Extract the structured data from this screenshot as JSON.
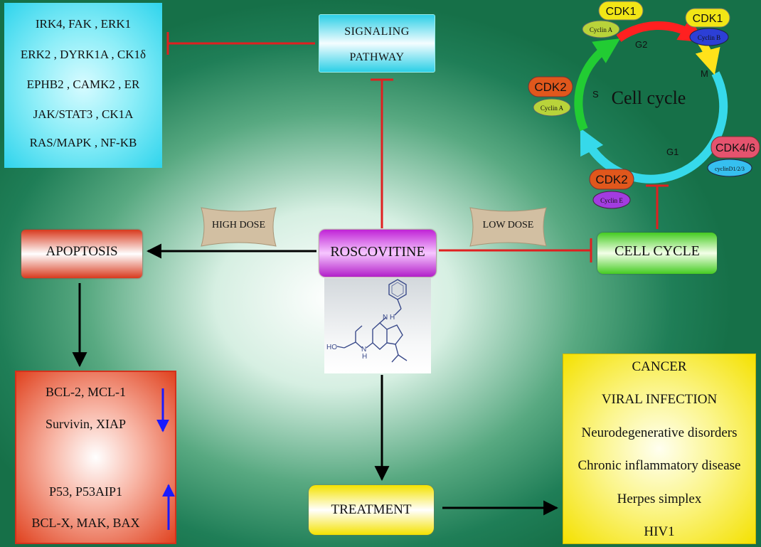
{
  "signaling_pathway": {
    "line1": "SIGNALING",
    "line2": "PATHWAY"
  },
  "targets": [
    "IRK4, FAK , ERK1",
    "ERK2 , DYRK1A , CK1δ",
    "EPHB2 , CAMK2 , ER",
    "JAK/STAT3 , CK1A",
    "RAS/MAPK , NF-KB"
  ],
  "high_dose": "HIGH DOSE",
  "low_dose": "LOW DOSE",
  "apoptosis": "APOPTOSIS",
  "roscovitine": "ROSCOVITINE",
  "cell_cycle_box": "CELL CYCLE",
  "treatment": "TREATMENT",
  "genes_down": [
    "BCL-2, MCL-1",
    "Survivin, XIAP"
  ],
  "genes_up": [
    "P53, P53AIP1",
    "BCL-X, MAK, BAX"
  ],
  "diseases": [
    "CANCER",
    "VIRAL INFECTION",
    "Neurodegenerative disorders",
    "Chronic inflammatory disease",
    "Herpes simplex",
    "HIV1"
  ],
  "cycle": {
    "title": "Cell cycle",
    "phases": {
      "g2": "G2",
      "m": "M",
      "s": "S",
      "g1": "G1"
    },
    "cdk1_a": "CDK1",
    "cyclin_a_top": "Cyclin A",
    "cdk1_b": "CDK1",
    "cyclin_b": "Cyclin B",
    "cdk2_s": "CDK2",
    "cyclin_a_s": "Cyclin A",
    "cdk2_e": "CDK2",
    "cyclin_e": "Cyclin E",
    "cdk46": "CDK4/6",
    "cyclin_d": "cyclinD1/2/3"
  },
  "molecule": {
    "nh_top": "N",
    "h_top": "H",
    "ho": "HO",
    "nh_bottom": "N",
    "h_bottom": "H"
  },
  "colors": {
    "inhibit": "#e02020",
    "activate": "#000000",
    "down_arrow": "#1a1aff",
    "up_arrow": "#1a1aff"
  }
}
